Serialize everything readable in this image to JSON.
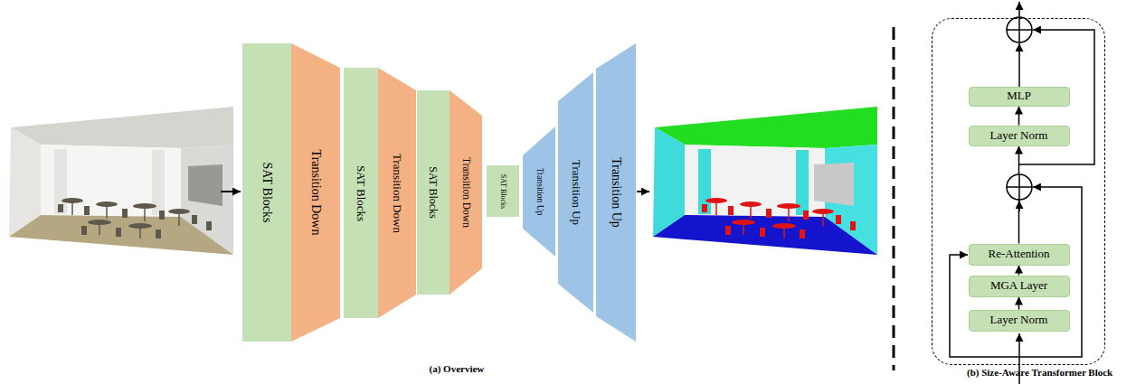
{
  "diagram": {
    "nodes": [
      {
        "text": [
          "SAT Blocks"
        ]
      },
      {
        "text": [
          "Transition Down"
        ]
      },
      {
        "text": [
          "SAT Blocks"
        ]
      },
      {
        "text": [
          "Transition Down"
        ]
      },
      {
        "text": [
          "SAT Blocks"
        ]
      },
      {
        "text": [
          "Transition Down"
        ]
      },
      {
        "text": [
          "SAT Blocks"
        ]
      },
      {
        "text": [
          "Transition Up"
        ]
      },
      {
        "text": [
          "Transition Up"
        ]
      },
      {
        "text": [
          "Transition Up"
        ]
      },
      {
        "text": [
          "(b) Size-Aware Transformer Block"
        ]
      },
      {
        "text": [
          "Layer Norm"
        ],
        "in": 10
      },
      {
        "text": [
          "MGA Layer"
        ],
        "in": 10
      },
      {
        "text": [
          "Re-Attention"
        ],
        "in": 10
      },
      {
        "text": [
          "Layer Norm"
        ],
        "in": 10
      },
      {
        "text": [
          "MLP"
        ],
        "in": 10
      }
    ],
    "edges": [
      {
        "from": 11,
        "to": 12,
        "arrow": "to"
      },
      {
        "from": 12,
        "to": 13,
        "arrow": "to"
      },
      {
        "from": 13,
        "to": 14,
        "arrow": "to"
      },
      {
        "from": 14,
        "to": 15,
        "arrow": "to"
      }
    ],
    "labels": [
      "(a) Overview"
    ]
  }
}
